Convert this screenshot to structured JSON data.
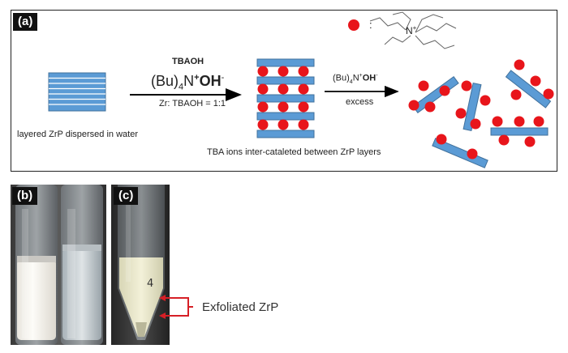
{
  "panel_a": {
    "label": "(a)",
    "legend_separator": ":",
    "n_plus": "N",
    "n_plus_sup": "+",
    "reagent_title": "TBAOH",
    "reagent_formula_main": "(Bu)",
    "reagent_formula_sub": "4",
    "reagent_formula_n": "N",
    "reagent_formula_sup": "+",
    "reagent_formula_oh": "OH",
    "reagent_formula_minus": "-",
    "ratio_text": "Zr: TBAOH = 1:1",
    "step2_main": "(Bu)",
    "step2_sub": "4",
    "step2_n": "N",
    "step2_sup": "+",
    "step2_oh": "OH",
    "step2_minus": "-",
    "step2_condition": "excess",
    "caption_layered": "layered ZrP dispersed in water",
    "caption_intercalated": "TBA ions inter-cataleted between ZrP layers"
  },
  "panel_b": {
    "label": "(b)"
  },
  "panel_c": {
    "label": "(c)"
  },
  "callout_text": "Exfoliated ZrP",
  "colors": {
    "sheet": "#5b9bd5",
    "sheet_edge": "#41719c",
    "ion": "#e8151b",
    "arrow": "#000000",
    "callout": "#d61f26"
  }
}
